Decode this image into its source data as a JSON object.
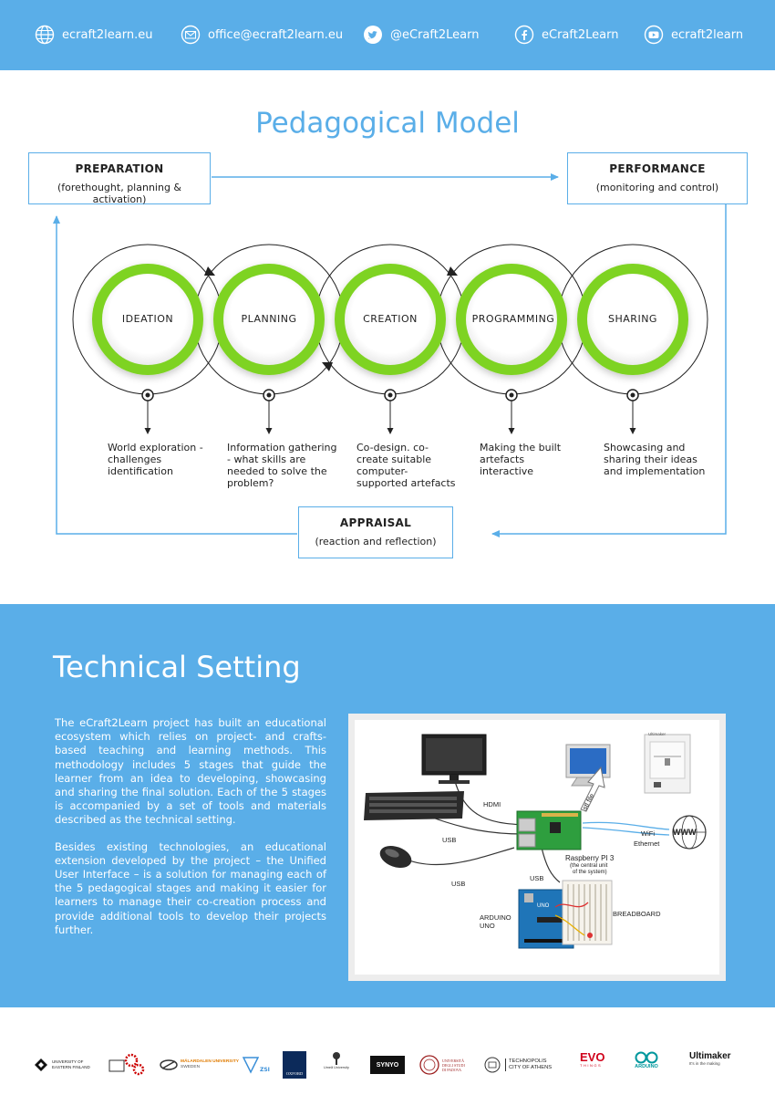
{
  "header": {
    "items": [
      {
        "icon": "globe-icon",
        "text": "ecraft2learn.eu"
      },
      {
        "icon": "mail-icon",
        "text": "office@ecraft2learn.eu"
      },
      {
        "icon": "twitter-icon",
        "text": "@eCraft2Learn"
      },
      {
        "icon": "facebook-icon",
        "text": "eCraft2Learn"
      },
      {
        "icon": "youtube-icon",
        "text": "ecraft2learn"
      }
    ]
  },
  "model": {
    "title": "Pedagogical Model",
    "preparation": {
      "heading": "PREPARATION",
      "sub": "(forethought, planning & activation)"
    },
    "performance": {
      "heading": "PERFORMANCE",
      "sub": "(monitoring and control)"
    },
    "appraisal": {
      "heading": "APPRAISAL",
      "sub": "(reaction and reflection)"
    },
    "stages": [
      {
        "label": "IDEATION",
        "desc": "World exploration - challenges identification"
      },
      {
        "label": "PLANNING",
        "desc": "Information gathering - what skills are needed to solve the problem?"
      },
      {
        "label": "CREATION",
        "desc": "Co-design. co-create suitable computer-supported artefacts"
      },
      {
        "label": "PROGRAMMING",
        "desc": "Making the built artefacts interactive"
      },
      {
        "label": "SHARING",
        "desc": "Showcasing and sharing their ideas and implementation"
      }
    ],
    "colors": {
      "accent": "#5aaee8",
      "ring": "#7ed321"
    }
  },
  "tech": {
    "title": "Technical Setting",
    "paragraphs": [
      "The eCraft2Learn project has built an educational ecosystem which relies on project- and crafts-based teaching and learning methods. This methodology includes 5 stages that guide the learner from an idea to developing, showcasing and sharing the final solution. Each of the 5 stages is accompanied by a set of tools and materials described as the technical setting.",
      "Besides existing technologies, an educational extension developed by the project – the Unified User Interface – is a solution for managing each of the 5 pedagogical stages and making it easier for learners to manage their co-creation process and provide additional tools to develop their projects further."
    ],
    "diagram": {
      "hdmi": "HDMI",
      "usb1": "USB",
      "usb2": "USB",
      "usb3": "USB",
      "stl": ".stl file",
      "wifi": "WiFi",
      "ethernet": "Ethernet",
      "www": "WWW",
      "rpi": "Raspberry PI 3",
      "rpi_sub1": "(the central unit",
      "rpi_sub2": "of the system)",
      "arduino1": "ARDUINO",
      "arduino2": "UNO",
      "breadboard": "BREADBOARD",
      "uno_board": "UNO",
      "printer_brand": "Ultimaker"
    }
  },
  "footer": {
    "logos": [
      "UNIVERSITY OF",
      "EASTERN FINLAND",
      "MÄLARDALEN UNIVERSITY",
      "SWEDEN",
      "ZSI",
      "OXFORD",
      "Umeå University",
      "SYNYO",
      "UNIVERSITÀ",
      "DEGLI STUDI",
      "DI PADOVA",
      "TECHNOPOLIS",
      "CITY OF ATHENS",
      "EVO",
      "THINGS",
      "ARDUINO",
      "Ultimaker",
      "It's in the making"
    ]
  }
}
